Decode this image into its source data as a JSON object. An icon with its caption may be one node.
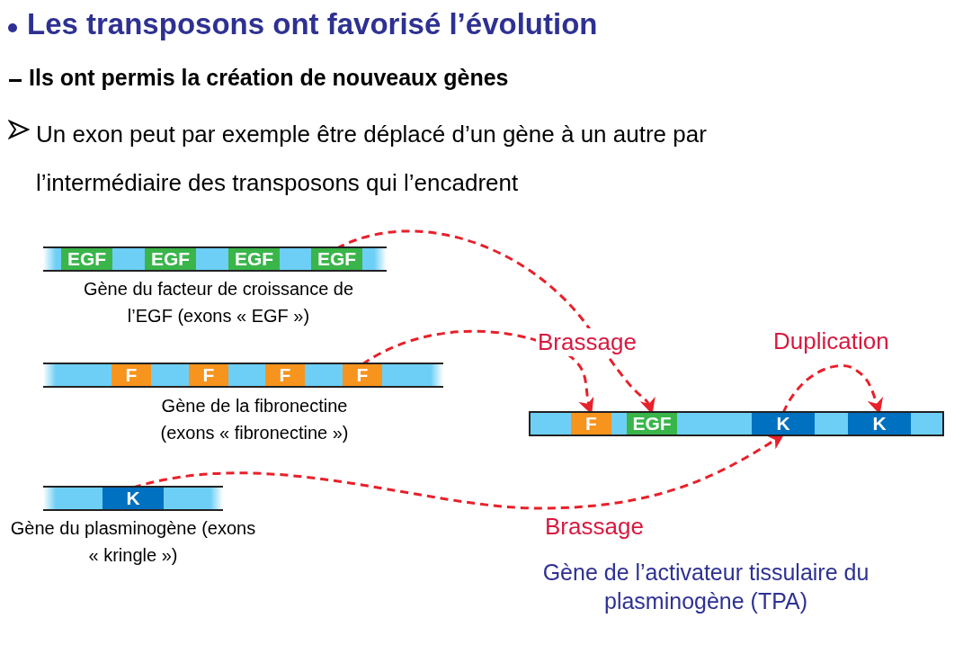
{
  "diagram": {
    "title": "Les transposons ont favorisé l’évolution",
    "nodes": [
      {
        "text": [],
        "shape": "bar",
        "beside": [
          "Gène du facteur de croissance de l’EGF (exons « EGF »)"
        ]
      },
      {
        "text": [
          "EGF"
        ],
        "in": 0
      },
      {
        "text": [
          "EGF"
        ],
        "in": 0
      },
      {
        "text": [
          "EGF"
        ],
        "in": 0
      },
      {
        "text": [
          "EGF"
        ],
        "in": 0
      },
      {
        "text": [],
        "shape": "bar",
        "beside": [
          "Gène de la fibronectine (exons « fibronectine »)"
        ]
      },
      {
        "text": [
          "F"
        ],
        "in": 5
      },
      {
        "text": [
          "F"
        ],
        "in": 5
      },
      {
        "text": [
          "F"
        ],
        "in": 5
      },
      {
        "text": [
          "F"
        ],
        "in": 5
      },
      {
        "text": [],
        "shape": "bar",
        "beside": [
          "Gène du plasminogène (exons « kringle »)"
        ]
      },
      {
        "text": [
          "K"
        ],
        "in": 10
      },
      {
        "text": [],
        "shape": "bar"
      },
      {
        "text": [
          "F"
        ],
        "in": 12
      },
      {
        "text": [
          "EGF"
        ],
        "in": 12
      },
      {
        "text": [
          "K"
        ],
        "in": 12
      },
      {
        "text": [
          "K"
        ],
        "in": 12
      }
    ],
    "edges": [
      {
        "from": 4,
        "to": 14,
        "arrow": "to",
        "style": "dashed"
      },
      {
        "from": 9,
        "to": 13,
        "arrow": "to",
        "style": "dashed",
        "label": "Brassage"
      },
      {
        "from": 11,
        "to": 15,
        "arrow": "to",
        "style": "dashed",
        "label": "Brassage"
      },
      {
        "from": 15,
        "to": 16,
        "arrow": "to",
        "style": "dashed",
        "label": "Duplication"
      }
    ],
    "labels": [
      "Ils ont permis la création de nouveaux gènes",
      "Un exon peut par exemple être déplacé d’un gène à un autre par l’intermédiaire des transposons qui l’encadrent",
      "Gène de l’activateur tissulaire du plasminogène (TPA)"
    ]
  }
}
